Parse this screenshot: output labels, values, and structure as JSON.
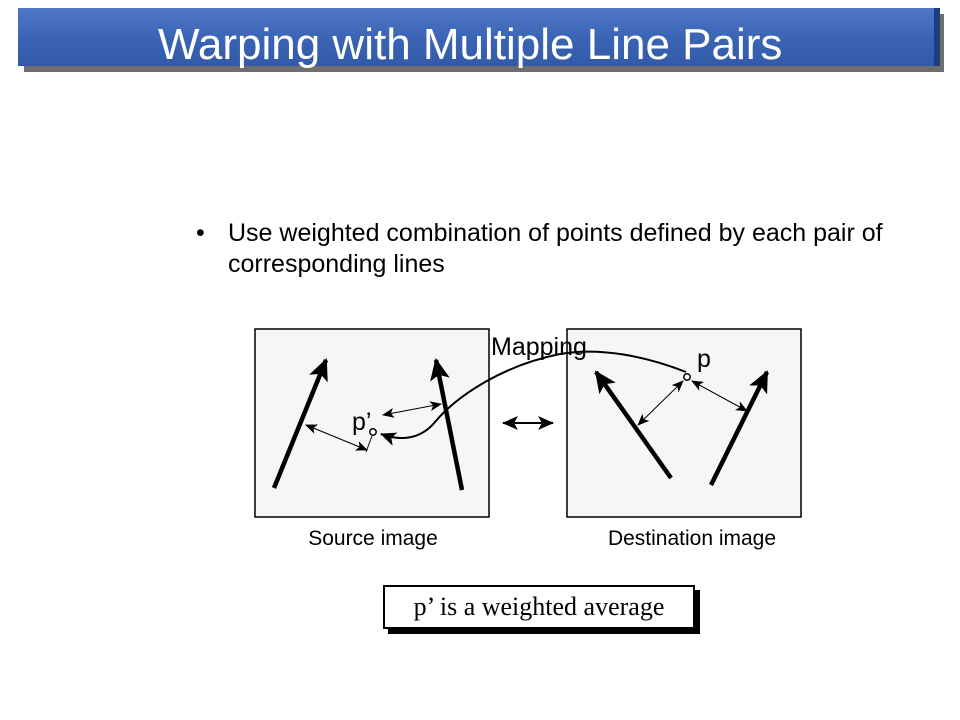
{
  "slide": {
    "title": "Warping with Multiple Line Pairs",
    "bullet_symbol": "•",
    "bullet": "Use weighted combination of points defined by each pair of corresponding lines"
  },
  "diagram": {
    "mapping_label": "Mapping",
    "source_point_label": "p’",
    "dest_point_label": "p",
    "source_caption": "Source image",
    "dest_caption": "Destination image"
  },
  "caption": "p’ is a weighted average"
}
